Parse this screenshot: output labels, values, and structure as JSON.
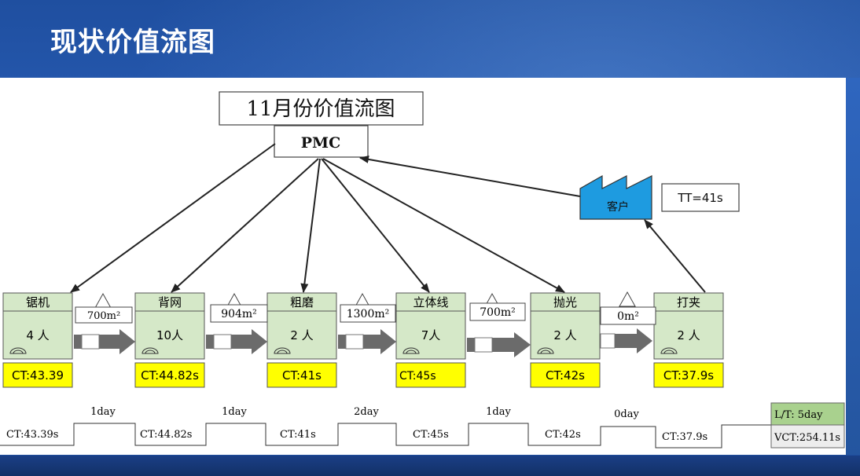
{
  "slide": {
    "title": "现状价值流图"
  },
  "diagram": {
    "title": "11月份价值流图",
    "pmc_label": "PMC",
    "customer_label": "客户",
    "takt_time": "TT=41s",
    "processes": [
      {
        "name": "锯机",
        "operators": "4 人",
        "ct": "CT:43.39"
      },
      {
        "name": "背网",
        "operators": "10人",
        "ct": "CT:44.82s"
      },
      {
        "name": "粗磨",
        "operators": "2 人",
        "ct": "CT:41s"
      },
      {
        "name": "立体线",
        "operators": "7人",
        "ct": "CT:45s"
      },
      {
        "name": "抛光",
        "operators": "2 人",
        "ct": "CT:42s"
      },
      {
        "name": "打夹",
        "operators": "2 人",
        "ct": "CT:37.9s"
      }
    ],
    "inventories": [
      "700m²",
      "904m²",
      "1300m²",
      "700m²",
      "0m²"
    ],
    "timeline": {
      "process_times": [
        "CT:43.39s",
        "CT:44.82s",
        "CT:41s",
        "CT:45s",
        "CT:42s",
        "CT:37.9s"
      ],
      "wait_times": [
        "1day",
        "1day",
        "2day",
        "1day",
        "0day"
      ],
      "lead_time": "L/T: 5day",
      "value_creating_time": "VCT:254.11s"
    },
    "colors": {
      "process_fill": "#d5e8c8",
      "ct_fill": "#ffff00",
      "customer_fill": "#1e9be0",
      "lt_fill": "#a9d18e"
    }
  }
}
